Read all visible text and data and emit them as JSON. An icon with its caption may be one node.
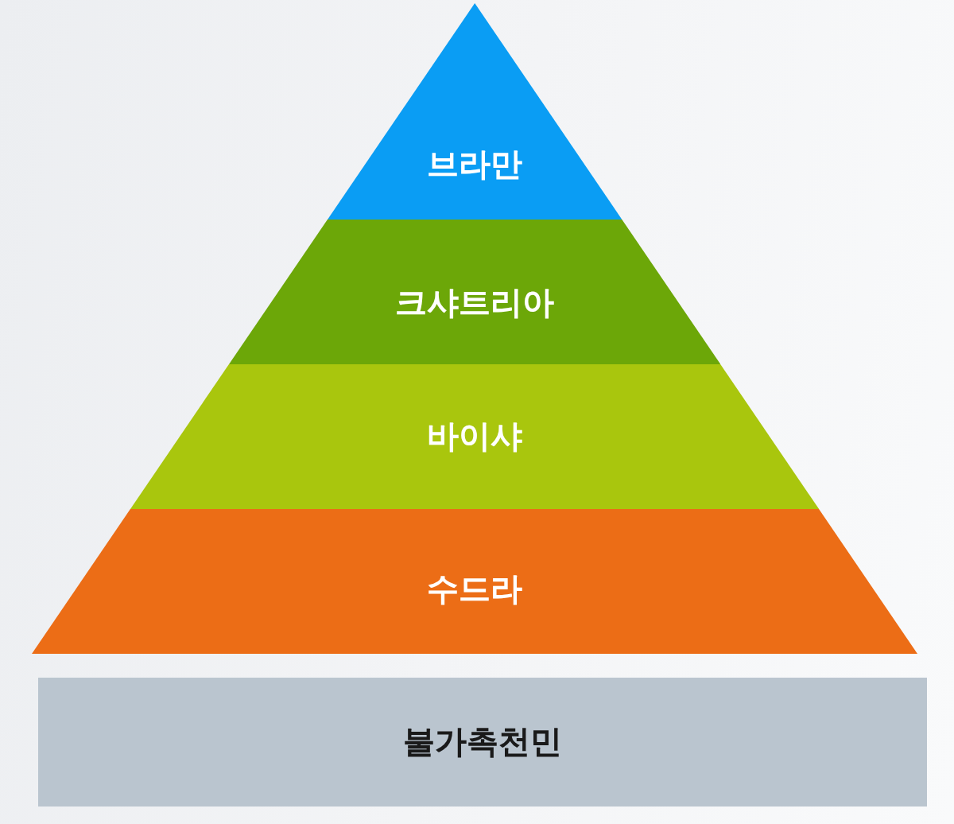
{
  "diagram": {
    "nodes": [
      {
        "text": [
          "브라만"
        ]
      },
      {
        "text": [
          "크샤트리아"
        ]
      },
      {
        "text": [
          "바이샤"
        ]
      },
      {
        "text": [
          "수드라"
        ]
      },
      {
        "text": [
          "불가촉천민"
        ]
      }
    ],
    "edges": []
  }
}
